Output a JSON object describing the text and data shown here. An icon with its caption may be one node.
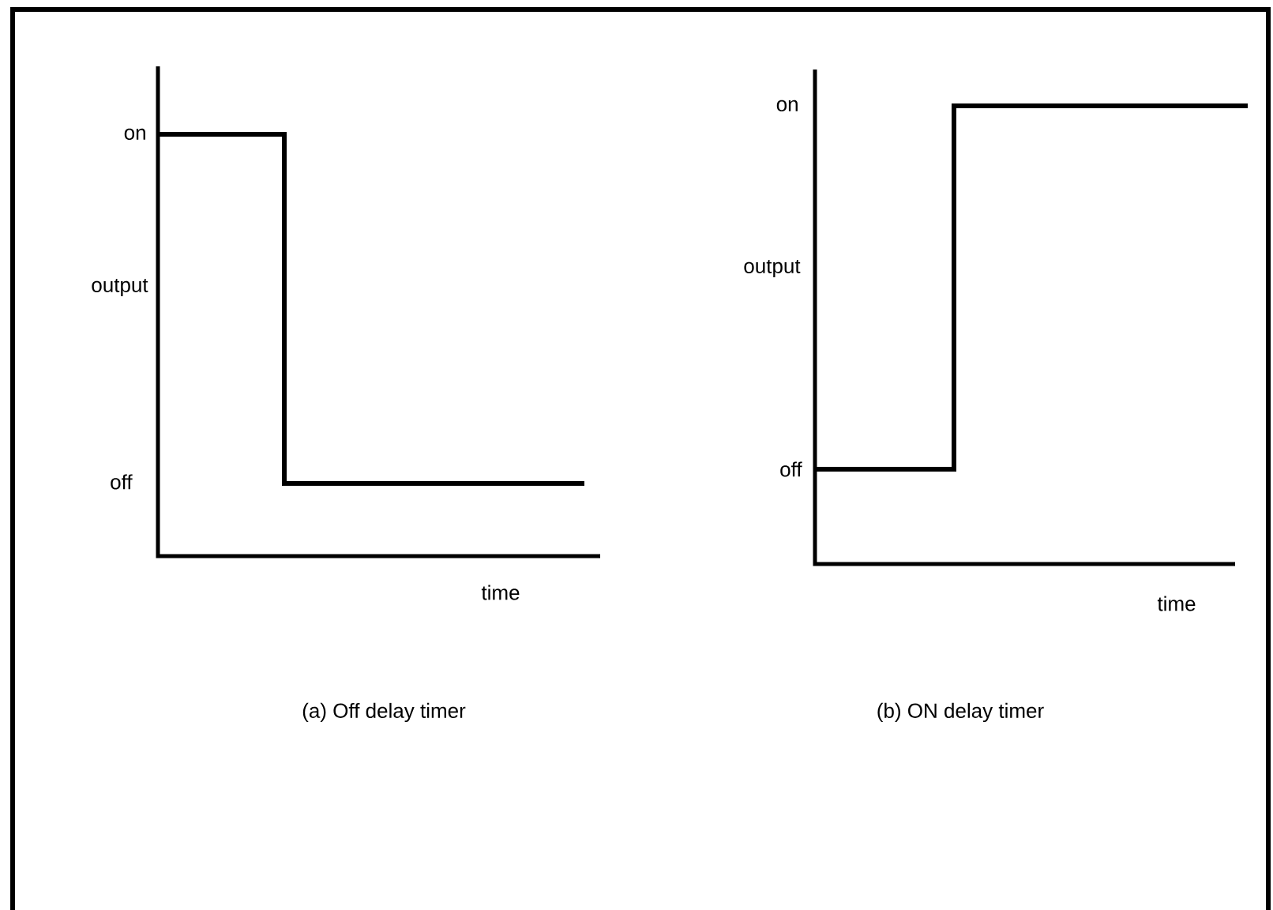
{
  "diagram": {
    "labels": [
      "on",
      "output",
      "off",
      "time",
      "(a) Off delay timer",
      "on",
      "output",
      "off",
      "time",
      "(b) ON delay timer"
    ]
  }
}
